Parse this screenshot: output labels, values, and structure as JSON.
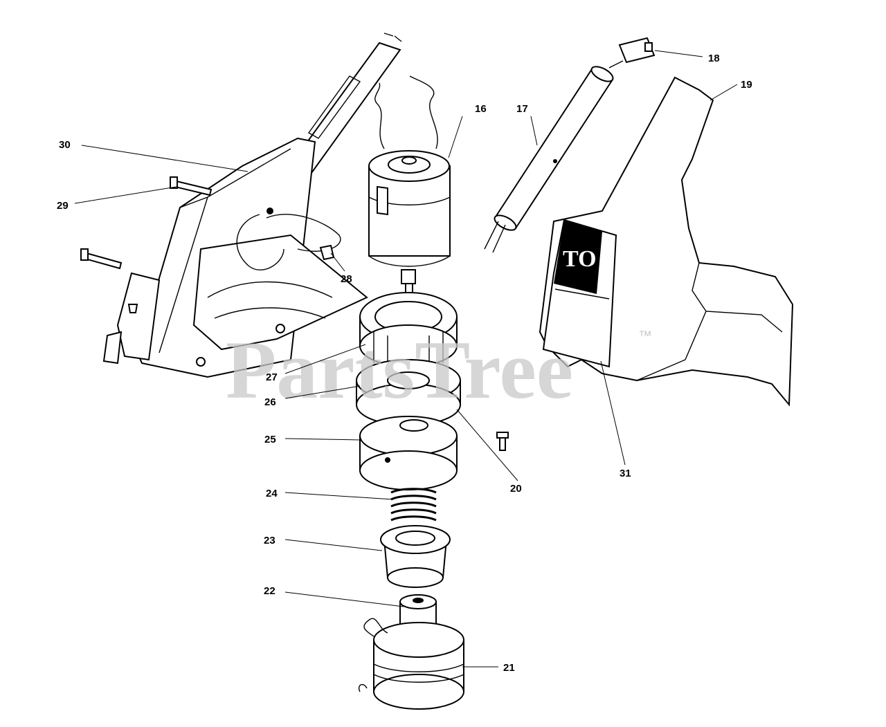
{
  "watermark": {
    "text": "PartsTree",
    "trademark": "™"
  },
  "decal_text": "TO",
  "callouts": [
    {
      "id": "16",
      "label": "16"
    },
    {
      "id": "17",
      "label": "17"
    },
    {
      "id": "18",
      "label": "18"
    },
    {
      "id": "19",
      "label": "19"
    },
    {
      "id": "20",
      "label": "20"
    },
    {
      "id": "21",
      "label": "21"
    },
    {
      "id": "22",
      "label": "22"
    },
    {
      "id": "23",
      "label": "23"
    },
    {
      "id": "24",
      "label": "24"
    },
    {
      "id": "25",
      "label": "25"
    },
    {
      "id": "26",
      "label": "26"
    },
    {
      "id": "27",
      "label": "27"
    },
    {
      "id": "28",
      "label": "28"
    },
    {
      "id": "29",
      "label": "29"
    },
    {
      "id": "30",
      "label": "30"
    },
    {
      "id": "31",
      "label": "31"
    }
  ]
}
